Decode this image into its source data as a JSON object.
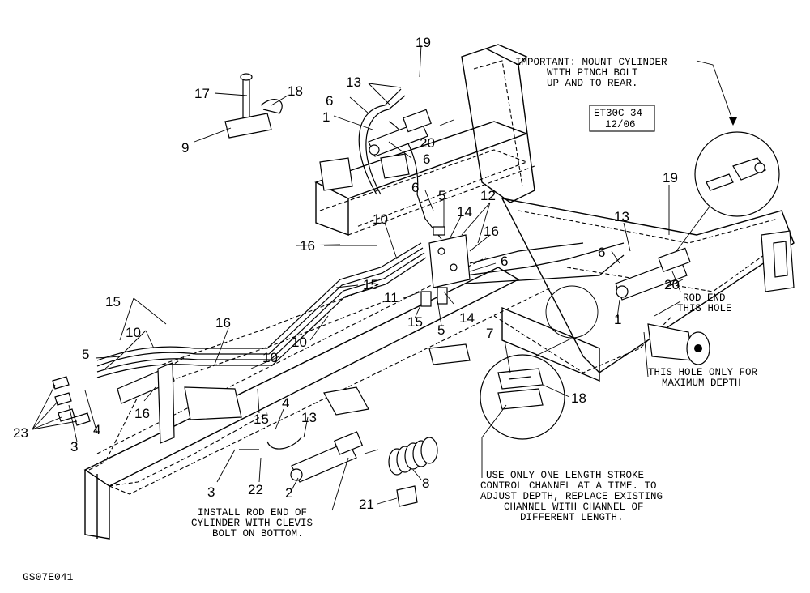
{
  "notes": {
    "important": [
      "IMPORTANT: MOUNT CYLINDER",
      "WITH PINCH BOLT",
      "UP AND TO REAR."
    ],
    "drawing_ref": [
      "ET30C-34",
      "12/06"
    ],
    "rod_end": [
      "ROD END",
      "THIS HOLE"
    ],
    "max_depth": [
      "THIS HOLE ONLY FOR",
      "MAXIMUM DEPTH"
    ],
    "stroke": [
      "USE ONLY ONE LENGTH STROKE",
      "CONTROL CHANNEL AT A TIME. TO",
      "ADJUST DEPTH, REPLACE EXISTING",
      "CHANNEL WITH CHANNEL OF",
      "DIFFERENT LENGTH."
    ],
    "clevis": [
      "INSTALL ROD END OF",
      "CYLINDER WITH CLEVIS",
      "BOLT ON BOTTOM."
    ],
    "figure_id": "GS07E041"
  },
  "callouts": {
    "c1a": "1",
    "c1b": "1",
    "c2": "2",
    "c3a": "3",
    "c3b": "3",
    "c4": "4",
    "c5a": "5",
    "c5b": "5",
    "c5c": "5",
    "c6a": "6",
    "c6b": "6",
    "c6c": "6",
    "c6d": "6",
    "c6e": "6",
    "c7": "7",
    "c8": "8",
    "c9": "9",
    "c10a": "10",
    "c10b": "10",
    "c10c": "10",
    "c10d": "10",
    "c11": "11",
    "c12": "12",
    "c13a": "13",
    "c13b": "13",
    "c13c": "13",
    "c14a": "14",
    "c14b": "14",
    "c15a": "15",
    "c15b": "15",
    "c15c": "15",
    "c15d": "15",
    "c16a": "16",
    "c16b": "16",
    "c16c": "16",
    "c16d": "16",
    "c17": "17",
    "c18a": "18",
    "c18b": "18",
    "c19a": "19",
    "c19b": "19",
    "c20a": "20",
    "c20b": "20",
    "c21": "21",
    "c22": "22",
    "c23": "23"
  }
}
